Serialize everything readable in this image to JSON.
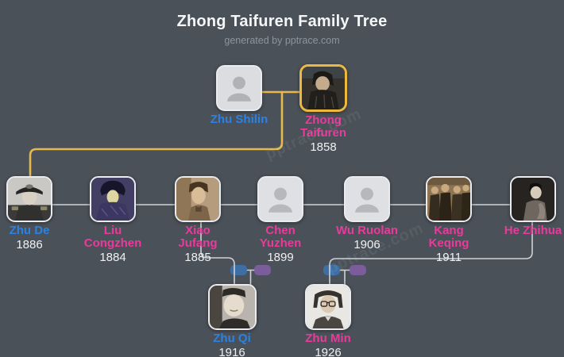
{
  "header": {
    "title": "Zhong Taifuren Family Tree",
    "subtitle": "generated by pptrace.com"
  },
  "watermark": "pptrace.com",
  "colors": {
    "background": "#4a5158",
    "male_name_blue": "#2b82e3",
    "female_name_pink": "#ea3a9b",
    "year_text": "#eff1f3",
    "highlight_line_yellow": "#e9b84c",
    "connector_line_gray": "#ced2d6",
    "gold_frame": "#ecb93e",
    "collapsed_child_icon_blue": "#3d6fa5",
    "collapsed_spouse_icon_purple": "#7b5d9b"
  },
  "people": {
    "zhu_shilin": {
      "line1": "Zhu Shilin",
      "line2": "",
      "year": ""
    },
    "zhong_taifuren": {
      "line1": "Zhong",
      "line2": "Taifuren",
      "year": "1858"
    },
    "zhu_de": {
      "line1": "Zhu De",
      "line2": "",
      "year": "1886"
    },
    "liu_congzhen": {
      "line1": "Liu",
      "line2": "Congzhen",
      "year": "1884"
    },
    "xiao_jufang": {
      "line1": "Xiao",
      "line2": "Jufang",
      "year": "1885"
    },
    "chen_yuzhen": {
      "line1": "Chen",
      "line2": "Yuzhen",
      "year": "1899"
    },
    "wu_ruolan": {
      "line1": "Wu Ruolan",
      "line2": "",
      "year": "1906"
    },
    "kang_keqing": {
      "line1": "Kang",
      "line2": "Keqing",
      "year": "1911"
    },
    "he_zhihua": {
      "line1": "He Zhihua",
      "line2": "",
      "year": ""
    },
    "zhu_qi": {
      "line1": "Zhu Qi",
      "line2": "",
      "year": "1916"
    },
    "zhu_min": {
      "line1": "Zhu Min",
      "line2": "",
      "year": "1926"
    }
  }
}
